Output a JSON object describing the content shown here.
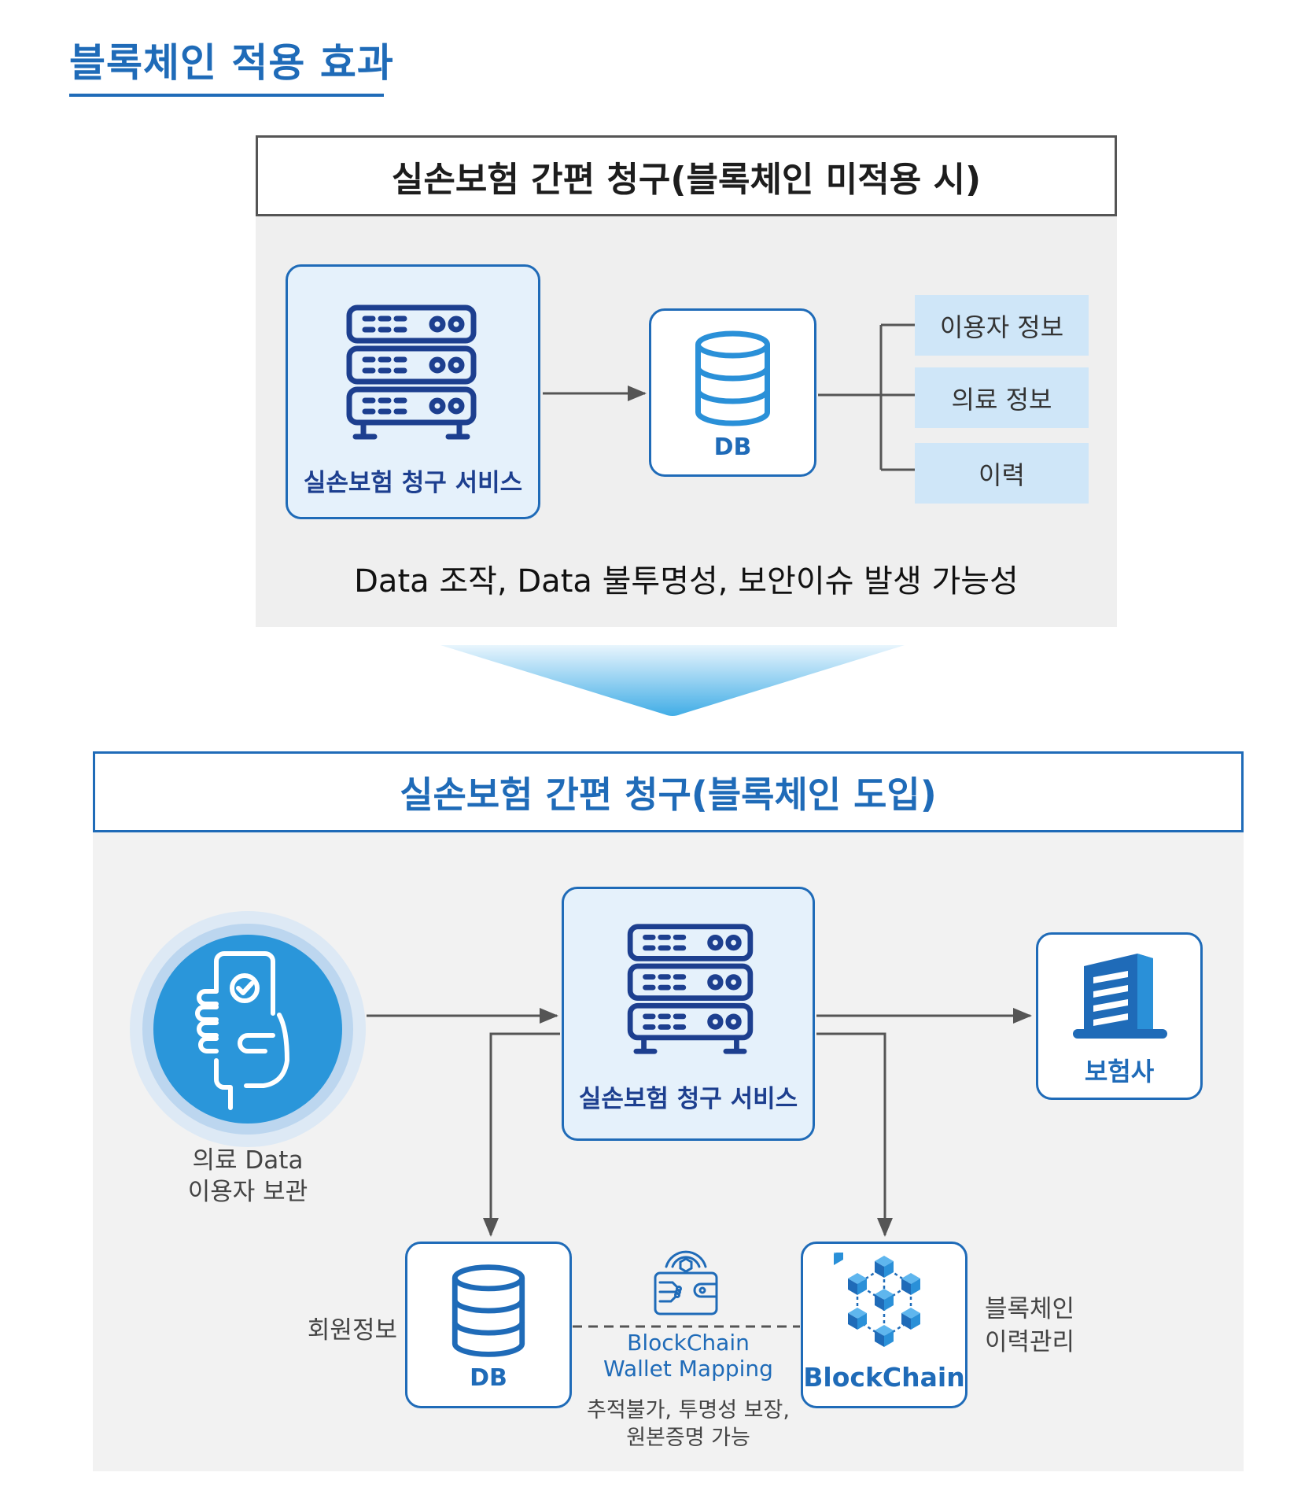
{
  "page": {
    "heading": "블록체인 적용 효과"
  },
  "before": {
    "title": "실손보험 간편 청구(블록체인 미적용 시)",
    "service_label": "실손보험 청구 서비스",
    "db_label": "DB",
    "data_items": [
      "이용자 정보",
      "의료 정보",
      "이력"
    ],
    "caption": "Data 조작, Data 불투명성, 보안이슈 발생 가능성"
  },
  "after": {
    "title": "실손보험 간편 청구(블록체인 도입)",
    "user_caption_line1": "의료 Data",
    "user_caption_line2": "이용자 보관",
    "service_label": "실손보험 청구 서비스",
    "insurer_label": "보험사",
    "db_label": "DB",
    "member_caption": "회원정보",
    "wallet_label_line1": "BlockChain",
    "wallet_label_line2": "Wallet Mapping",
    "wallet_caption_line1": "추적불가, 투명성 보장,",
    "wallet_caption_line2": "원본증명 가능",
    "blockchain_label": "BlockChain",
    "blockchain_caption_line1": "블록체인",
    "blockchain_caption_line2": "이력관리"
  },
  "colors": {
    "brand_blue": "#1f6bb8",
    "navy": "#1d3f8f",
    "panel_gray": "#efefef",
    "info_box": "#cfe6f8",
    "icon_blue": "#2a90d8"
  }
}
